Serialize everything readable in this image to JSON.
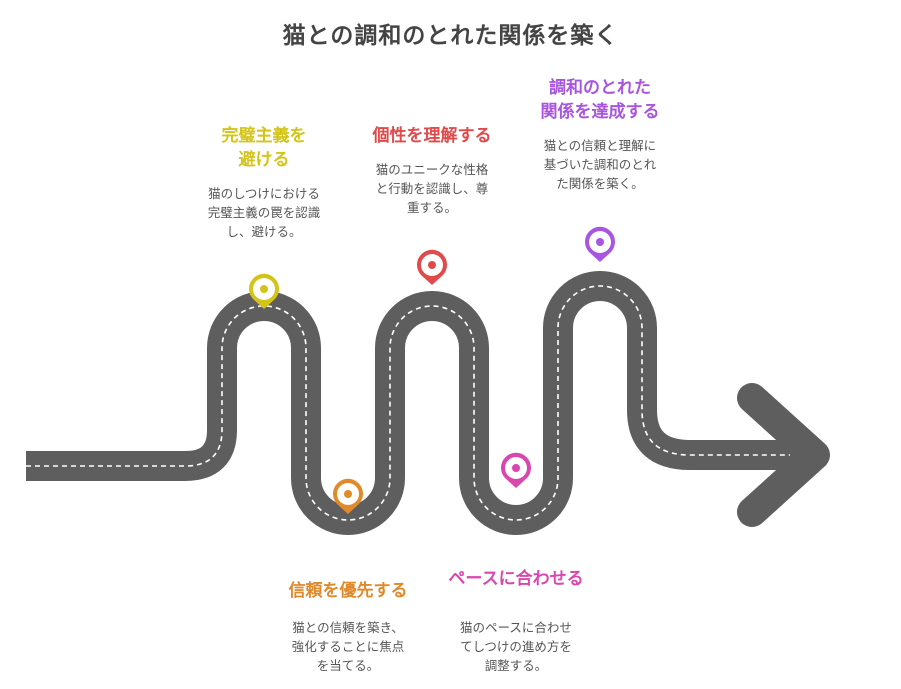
{
  "title": "猫との調和のとれた関係を築く",
  "steps": [
    {
      "title_lines": [
        "完璧主義を",
        "避ける"
      ],
      "desc_lines": [
        "猫のしつけにおける",
        "完璧主義の罠を認識",
        "し、避ける。"
      ],
      "color": "#d4c418"
    },
    {
      "title_lines": [
        "信頼を優先する"
      ],
      "desc_lines": [
        "猫との信頼を築き、",
        "強化することに焦点",
        "を当てる。"
      ],
      "color": "#e08a2c"
    },
    {
      "title_lines": [
        "個性を理解する"
      ],
      "desc_lines": [
        "猫のユニークな性格",
        "と行動を認識し、尊",
        "重する。"
      ],
      "color": "#e04a4a"
    },
    {
      "title_lines": [
        "ペースに合わせる"
      ],
      "desc_lines": [
        "猫のペースに合わせ",
        "てしつけの進め方を",
        "調整する。"
      ],
      "color": "#d946b0"
    },
    {
      "title_lines": [
        "調和のとれた",
        "関係を達成する"
      ],
      "desc_lines": [
        "猫との信頼と理解に",
        "基づいた調和のとれ",
        "た関係を築く。"
      ],
      "color": "#a855e0"
    }
  ]
}
